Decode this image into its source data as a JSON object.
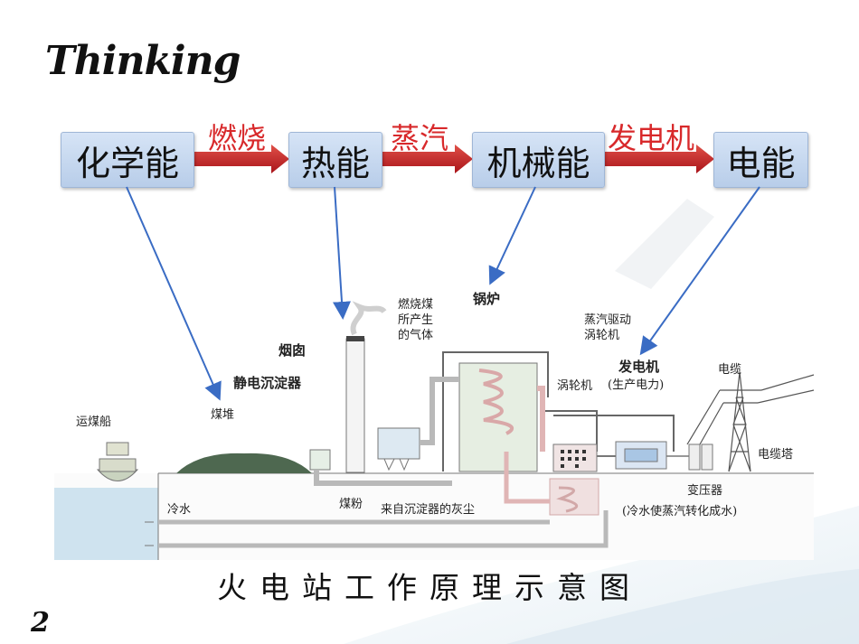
{
  "title": "Thinking",
  "flow": {
    "boxes": [
      "化学能",
      "热能",
      "机械能",
      "电能"
    ],
    "arrow_labels": [
      "燃烧",
      "蒸汽",
      "发电机"
    ]
  },
  "diagram": {
    "labels": {
      "ship": "运煤船",
      "coal_pile": "煤堆",
      "precipitator": "静电沉淀器",
      "chimney": "烟囱",
      "flue_gas_line1": "燃烧煤",
      "flue_gas_line2": "所产生",
      "flue_gas_line3": "的气体",
      "boiler": "锅炉",
      "steam_drive_line1": "蒸汽驱动",
      "steam_drive_line2": "涡轮机",
      "turbine": "涡轮机",
      "generator": "发电机",
      "generator_sub": "(生产电力)",
      "cable": "电缆",
      "cable_tower": "电缆塔",
      "transformer": "变压器",
      "condense": "(冷水使蒸汽转化成水)",
      "cold_water": "冷水",
      "coal_powder": "煤粉",
      "ash": "来自沉淀器的灰尘"
    }
  },
  "caption": "火电站工作原理示意图",
  "page_number": "2"
}
